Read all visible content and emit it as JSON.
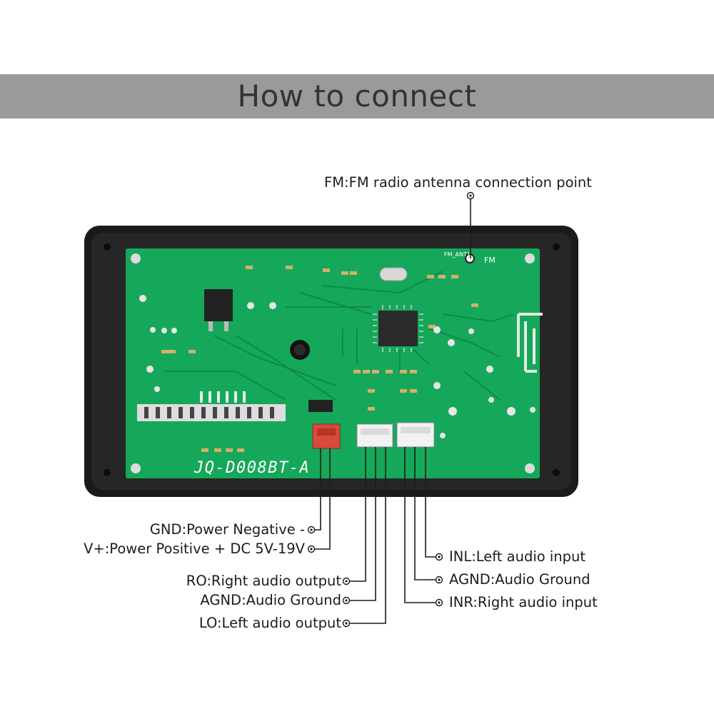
{
  "header": {
    "title": "How to connect",
    "banner_color": "#9a9a9a"
  },
  "board": {
    "model_text": "JQ-D008BT-A",
    "fm_silk": "FM",
    "fm_pad_silk": "FM_ANT1",
    "pcb_color": "#15a85a",
    "case_color": "#1a1a1a",
    "power_connector_color": "#d94a3a",
    "audio_connector_color": "#f2f2f2"
  },
  "callouts": {
    "fm": "FM:FM radio antenna connection point",
    "gnd": "GND:Power Negative -",
    "vplus": "V+:Power Positive + DC 5V-19V",
    "ro": "RO:Right audio output",
    "agnd_out": "AGND:Audio Ground",
    "lo": "LO:Left audio output",
    "inl": "INL:Left audio input",
    "agnd_in": "AGND:Audio Ground",
    "inr": "INR:Right audio input"
  }
}
